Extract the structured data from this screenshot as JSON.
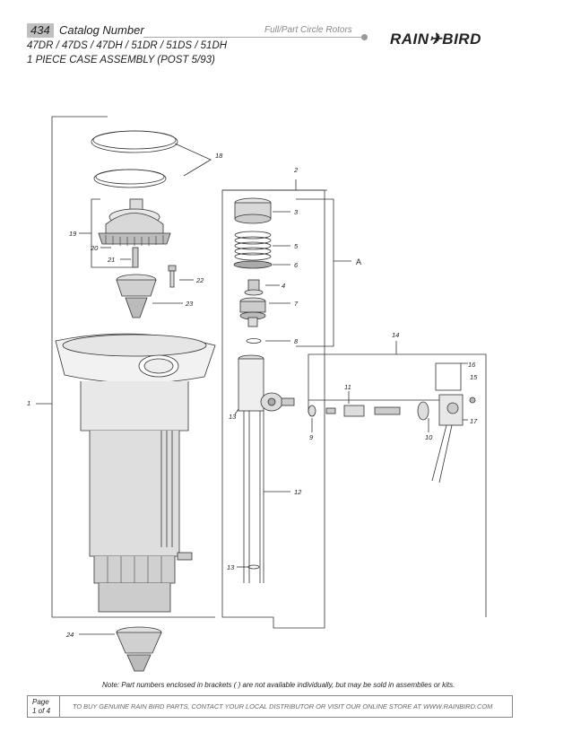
{
  "header": {
    "page_number": "434",
    "catalog_label": "Catalog Number",
    "category": "Full/Part Circle Rotors",
    "brand": "RAIN✈BIRD",
    "models": "47DR / 47DS / 47DH / 51DR / 51DS / 51DH",
    "assembly": "1 PIECE CASE ASSEMBLY (POST 5/93)"
  },
  "callouts": {
    "p1": "1",
    "p2": "2",
    "p3": "3",
    "p4": "4",
    "p5": "5",
    "p6": "6",
    "p7": "7",
    "p8": "8",
    "p9": "9",
    "p10": "10",
    "p11": "11",
    "p12": "12",
    "p13a": "13",
    "p13b": "13",
    "p14": "14",
    "p15": "15",
    "p16": "16",
    "p17": "17",
    "p18": "18",
    "p19": "19",
    "p20": "20",
    "p21": "21",
    "p22": "22",
    "p23": "23",
    "p24": "24",
    "pA": "A"
  },
  "note": "Note: Part numbers enclosed in brackets ( ) are not available individually, but may be sold in assemblies or kits.",
  "footer": {
    "page_line1": "Page",
    "page_line2": "1 of 4",
    "text": "TO BUY GENUINE RAIN BIRD PARTS, CONTACT YOUR LOCAL DISTRIBUTOR OR VISIT OUR ONLINE STORE AT WWW.RAINBIRD.COM"
  }
}
